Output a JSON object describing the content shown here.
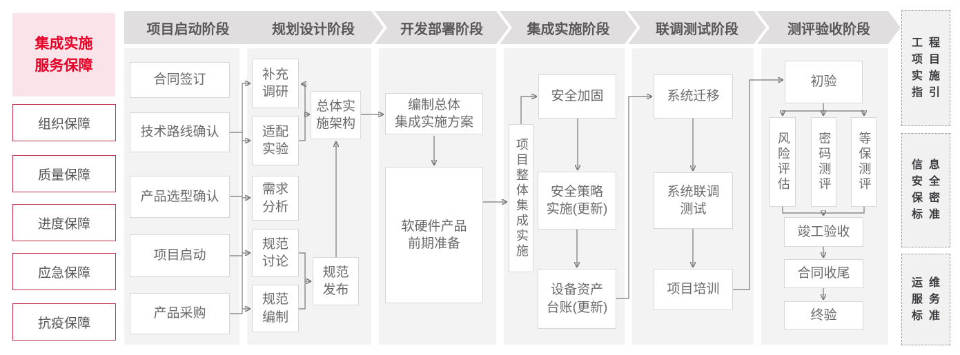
{
  "sidebar": {
    "title": "集成实施\n服务保障",
    "items": [
      "组织保障",
      "质量保障",
      "进度保障",
      "应急保障",
      "抗疫保障"
    ]
  },
  "phases": [
    "项目启动阶段",
    "规划设计阶段",
    "开发部署阶段",
    "集成实施阶段",
    "联调测试阶段",
    "测评验收阶段"
  ],
  "startup": {
    "contract_signing": "合同签订",
    "tech_route_confirm": "技术路线确认",
    "product_selection_confirm": "产品选型确认",
    "project_kickoff": "项目启动",
    "product_procurement": "产品采购"
  },
  "planning": {
    "supplement_research": "补充\n调研",
    "adaptation_experiment": "适配\n实验",
    "requirement_analysis": "需求\n分析",
    "spec_discussion": "规范\n讨论",
    "spec_compilation": "规范\n编制",
    "overall_impl_architecture": "总体实\n施架构",
    "spec_release": "规范\n发布"
  },
  "development": {
    "compile_overall_plan": "编制总体\n集成实施方案",
    "hw_sw_preparation": "软硬件产品\n前期准备"
  },
  "integration": {
    "overall_project_integration": "项目整体集成实施",
    "security_hardening": "安全加固",
    "security_policy_impl": "安全策略\n实施(更新)",
    "equipment_asset_ledger": "设备资产\n台账(更新)"
  },
  "joint_testing": {
    "system_migration": "系统迁移",
    "system_joint_test": "系统联调\n测试",
    "project_training": "项目培训"
  },
  "acceptance": {
    "initial_acceptance": "初验",
    "risk_assessment": "风险评估",
    "crypto_evaluation": "密码测评",
    "graded_protection_evaluation": "等保测评",
    "completion_acceptance": "竣工验收",
    "contract_closing": "合同收尾",
    "final_acceptance": "终验"
  },
  "standards": {
    "engineering_project_guide": "工程\n项目\n实施\n指引",
    "info_security_standard": "信息\n安全\n保密\n标准",
    "ops_service_standard": "运维\n服务\n标准"
  },
  "colors": {
    "accent_red": "#e60026",
    "pink_bg": "#fbe4e9",
    "red_border": "#c22f4a",
    "header_bg": "#e0dede",
    "header_text": "#595757",
    "column_bg": "#f4f3f3",
    "box_border": "#d8d6d6",
    "box_text": "#6a6a6a",
    "line": "#777777"
  }
}
